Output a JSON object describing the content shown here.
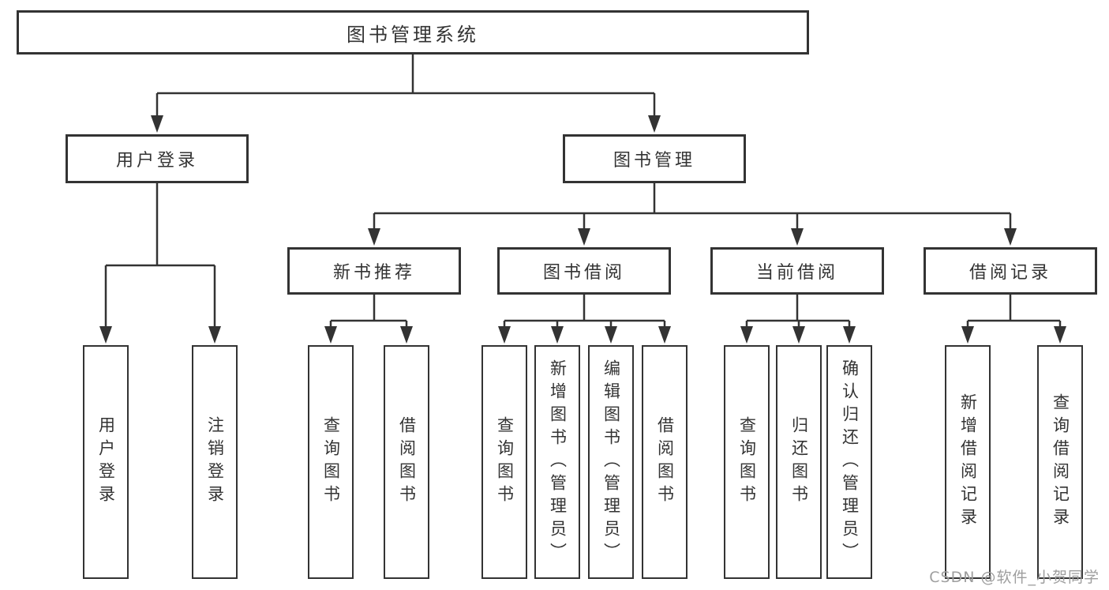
{
  "diagram": {
    "root": {
      "label": "图书管理系统",
      "children": [
        {
          "label": "用户登录",
          "children": [
            {
              "label": "用户登录"
            },
            {
              "label": "注销登录"
            }
          ]
        },
        {
          "label": "图书管理",
          "children": [
            {
              "label": "新书推荐",
              "children": [
                {
                  "label": "查询图书"
                },
                {
                  "label": "借阅图书"
                }
              ]
            },
            {
              "label": "图书借阅",
              "children": [
                {
                  "label": "查询图书"
                },
                {
                  "label": "新增图书（管理员）"
                },
                {
                  "label": "编辑图书（管理员）"
                },
                {
                  "label": "借阅图书"
                }
              ]
            },
            {
              "label": "当前借阅",
              "children": [
                {
                  "label": "查询图书"
                },
                {
                  "label": "归还图书"
                },
                {
                  "label": "确认归还（管理员）"
                }
              ]
            },
            {
              "label": "借阅记录",
              "children": [
                {
                  "label": "新增借阅记录"
                },
                {
                  "label": "查询借阅记录"
                }
              ]
            }
          ]
        }
      ]
    }
  },
  "watermark": {
    "text": "CSDN @软件_小贺同学"
  },
  "colors": {
    "line": "#333333",
    "box_border": "#333333",
    "box_fill": "#ffffff",
    "text": "#333333",
    "watermark": "#9e9e9e",
    "background": "#ffffff"
  }
}
